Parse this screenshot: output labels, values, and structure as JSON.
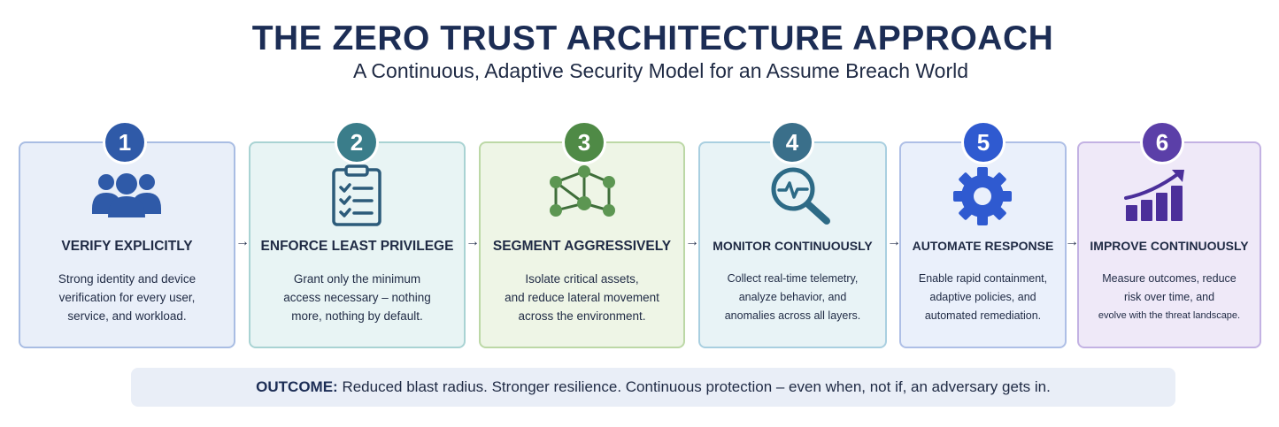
{
  "title": "THE ZERO TRUST ARCHITECTURE APPROACH",
  "subtitle": "A Continuous, Adaptive Security Model for an Assume Breach World",
  "steps": [
    {
      "number": "1",
      "title": "VERIFY EXPLICITLY",
      "icon": "users-icon",
      "desc": [
        "Strong identity and device",
        "verification for every user,",
        "service, and workload."
      ],
      "accent": "#2f5aa8",
      "bg": "#e9eff9",
      "border": "#a9bde3"
    },
    {
      "number": "2",
      "title": "ENFORCE LEAST PRIVILEGE",
      "icon": "clipboard-checklist-icon",
      "desc": [
        "Grant only the minimum",
        "access necessary – nothing",
        "more, nothing by default."
      ],
      "accent": "#3a7d8a",
      "bg": "#e8f4f4",
      "border": "#a9d3d3"
    },
    {
      "number": "3",
      "title": "SEGMENT AGGRESSIVELY",
      "icon": "network-nodes-icon",
      "desc": [
        "Isolate critical assets,",
        "and reduce lateral movement",
        "across the environment."
      ],
      "accent": "#4f8a46",
      "bg": "#eef5e6",
      "border": "#bcd8a6"
    },
    {
      "number": "4",
      "title": "MONITOR CONTINUOUSLY",
      "icon": "magnifier-pulse-icon",
      "desc": [
        "Collect real-time telemetry,",
        "analyze behavior, and",
        "anomalies across all layers."
      ],
      "accent": "#3a6f8a",
      "bg": "#e8f3f6",
      "border": "#a9cfe0"
    },
    {
      "number": "5",
      "title": "AUTOMATE RESPONSE",
      "icon": "gear-icon",
      "desc": [
        "Enable rapid containment,",
        "adaptive policies, and",
        "automated remediation."
      ],
      "accent": "#2f5ad0",
      "bg": "#eaf0fb",
      "border": "#aebfe6"
    },
    {
      "number": "6",
      "title": "IMPROVE CONTINUOUSLY",
      "icon": "growth-chart-icon",
      "desc": [
        "Measure outcomes, reduce",
        "risk over time, and",
        "evolve with the threat landscape."
      ],
      "accent": "#5b3fa8",
      "bg": "#efe9f8",
      "border": "#c3b2e3"
    }
  ],
  "arrow_glyph": "→",
  "outcome": {
    "label": "OUTCOME:",
    "text": "Reduced blast radius. Stronger resilience. Continuous protection – even when, not if, an adversary gets in."
  }
}
